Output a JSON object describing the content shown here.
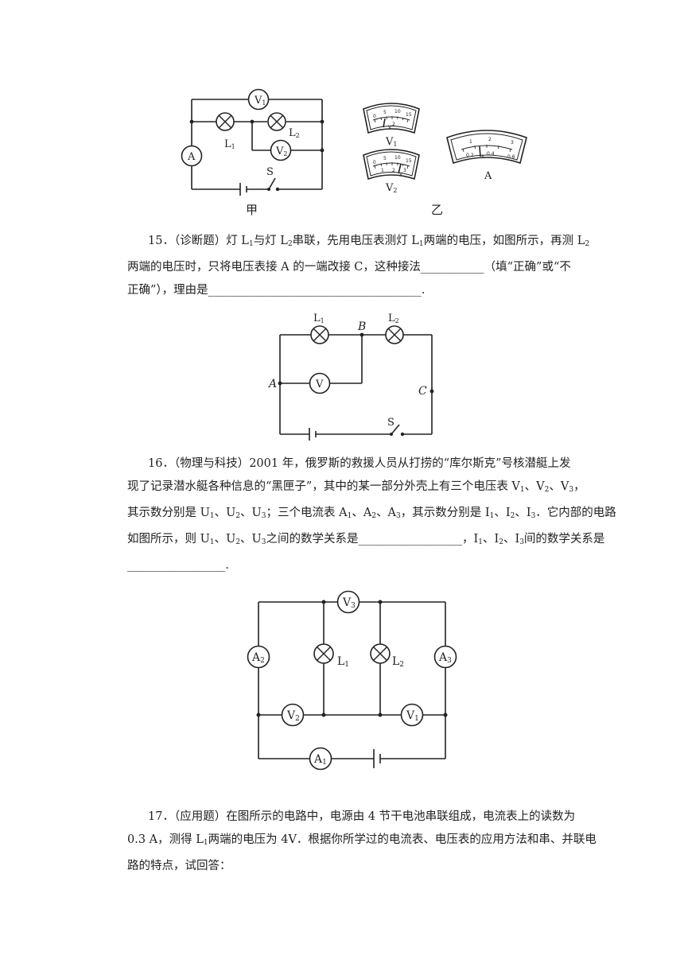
{
  "fig1": {
    "caption_left": "甲",
    "caption_right": "乙",
    "circuit": {
      "v1": "V",
      "v1_sub": "1",
      "v2": "V",
      "v2_sub": "2",
      "a": "A",
      "l1": "L",
      "l1_sub": "1",
      "l2": "L",
      "l2_sub": "2",
      "s": "S"
    },
    "meters": {
      "v1_label": "V",
      "v1_sub": "1",
      "v2_label": "V",
      "v2_sub": "2",
      "a_label": "A",
      "v_scale_outer": [
        "0",
        "5",
        "10",
        "15"
      ],
      "v_scale_inner": [
        "1",
        "2",
        "3"
      ],
      "a_scale_outer": [
        "1",
        "2",
        "3"
      ],
      "a_scale_inner": [
        "0.2",
        "0.4",
        "0.6"
      ],
      "v_unit": "V",
      "a_unit": "A"
    }
  },
  "q15": {
    "line1": "15．（诊断题）灯 L",
    "line1_s1": "1",
    "line1_b": "与灯 L",
    "line1_s2": "2",
    "line1_c": "串联，先用电压表测灯 L",
    "line1_s3": "1",
    "line1_d": "两端的电压，如图所示，再测 L",
    "line1_s4": "2",
    "line2": "两端的电压时，只将电压表接 A 的一端改接 C，这种接法___________（填“正确”或“不",
    "line3": "正确”），理由是_____________________________________."
  },
  "fig2": {
    "l1": "L",
    "l1_sub": "1",
    "l2": "L",
    "l2_sub": "2",
    "b": "B",
    "a": "A",
    "c": "C",
    "v": "V",
    "s": "S"
  },
  "q16": {
    "line1": "16．（物理与科技）2001 年，俄罗斯的救援人员从打捞的“库尔斯克”号核潜艇上发",
    "line2a": "现了记录潜水艇各种信息的“黑匣子”，其中的某一部分外壳上有三个电压表 V",
    "line2s1": "1",
    "line2b": "、V",
    "line2s2": "2",
    "line2c": "、V",
    "line2s3": "3",
    "line2d": "，",
    "line3a": "其示数分别是 U",
    "line3s1": "1",
    "line3b": "、U",
    "line3s2": "2",
    "line3c": "、U",
    "line3s3": "3",
    "line3d": "；三个电流表 A",
    "line3s4": "1",
    "line3e": "、A",
    "line3s5": "2",
    "line3f": "、A",
    "line3s6": "3",
    "line3g": "，其示数分别是 I",
    "line3s7": "1",
    "line3h": "、I",
    "line3s8": "2",
    "line3i": "、I",
    "line3s9": "3",
    "line3j": "．它内部的电路",
    "line4a": "如图所示，则 U",
    "line4s1": "1",
    "line4b": "、U",
    "line4s2": "2",
    "line4c": "、U",
    "line4s3": "3",
    "line4d": "之间的数学关系是__________________，I",
    "line4s4": "1",
    "line4e": "、I",
    "line4s5": "2",
    "line4f": "、I",
    "line4s6": "3",
    "line4g": "间的数学关系是",
    "line5": "_________________."
  },
  "fig3": {
    "v1": "V",
    "v1_sub": "1",
    "v2": "V",
    "v2_sub": "2",
    "v3": "V",
    "v3_sub": "3",
    "a1": "A",
    "a1_sub": "1",
    "a2": "A",
    "a2_sub": "2",
    "a3": "A",
    "a3_sub": "3",
    "l1": "L",
    "l1_sub": "1",
    "l2": "L",
    "l2_sub": "2"
  },
  "q17": {
    "line1": "17．（应用题）在图所示的电路中，电源由 4 节干电池串联组成，电流表上的读数为",
    "line2a": "0.3 A，测得 L",
    "line2s": "1",
    "line2b": "两端的电压为 4V．根据你所学过的电流表、电压表的应用方法和串、并联电",
    "line3": "路的特点，试回答："
  }
}
